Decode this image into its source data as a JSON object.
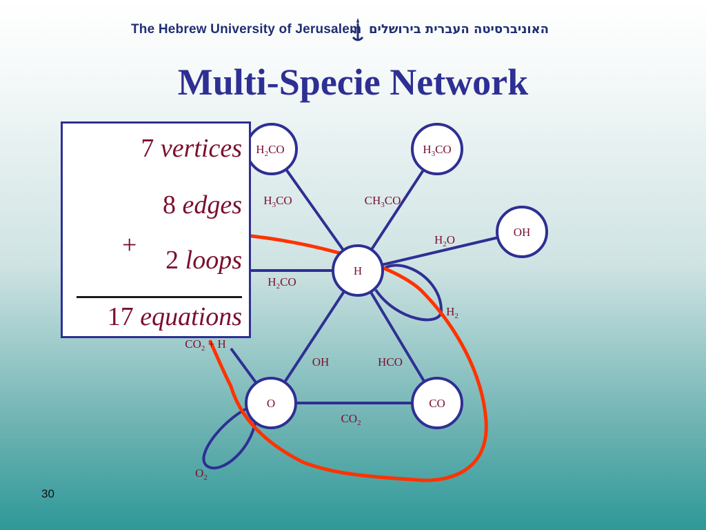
{
  "header": {
    "university_en": "The Hebrew University of Jerusalem",
    "university_he": "האוניברסיטה העברית בירושלים",
    "logo_icon": "lamp-icon",
    "text_color": "#1f2e73"
  },
  "title": "Multi-Specie Network",
  "summary": {
    "vertices_num": "7",
    "vertices_word": "vertices",
    "edges_num": "8",
    "edges_word": "edges",
    "plus": "+",
    "loops_num": "2",
    "loops_word": "loops",
    "equations_num": "17",
    "equations_word": "equations"
  },
  "graph": {
    "nodes": {
      "h2co": "H2CO",
      "h3co": "H3CO",
      "oh": "OH",
      "h": "H",
      "o": "O",
      "co": "CO"
    },
    "edges": {
      "h3co_left": "H3CO",
      "ch3co": "CH3CO",
      "h2o": "H2O",
      "h2co": "H2CO",
      "h2": "H2",
      "co2_h": "CO2 + H",
      "oh": "OH",
      "hco": "HCO",
      "co2": "CO2",
      "o2": "O2"
    }
  },
  "colors": {
    "title": "#2e2f93",
    "node_stroke": "#2e2f93",
    "edge": "#2e2f93",
    "label": "#7a0f2e",
    "highlight_curve": "#ff3300"
  },
  "slide_number": "30"
}
